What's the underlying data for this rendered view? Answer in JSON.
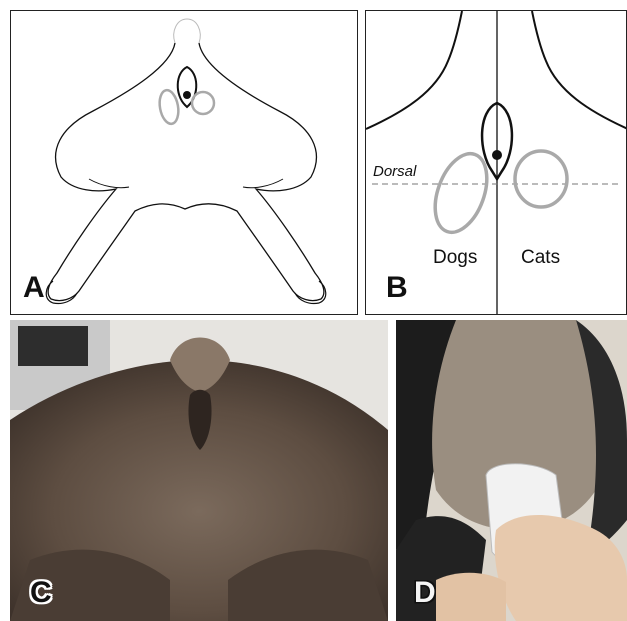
{
  "figure": {
    "panels": [
      {
        "id": "A",
        "letter": "A",
        "kind": "illustration"
      },
      {
        "id": "B",
        "letter": "B",
        "kind": "illustration"
      },
      {
        "id": "C",
        "letter": "C",
        "kind": "photograph"
      },
      {
        "id": "D",
        "letter": "D",
        "kind": "photograph"
      }
    ],
    "panel_b": {
      "reference_line_label": "Dorsal",
      "left_label": "Dogs",
      "right_label": "Cats"
    }
  },
  "colors": {
    "line": "#111111",
    "gland_marker": "#a9a9a9",
    "dorsal_line": "#777777",
    "photo_c_fur": "#5a4a3e",
    "photo_d_background": "#d9d2c6"
  }
}
